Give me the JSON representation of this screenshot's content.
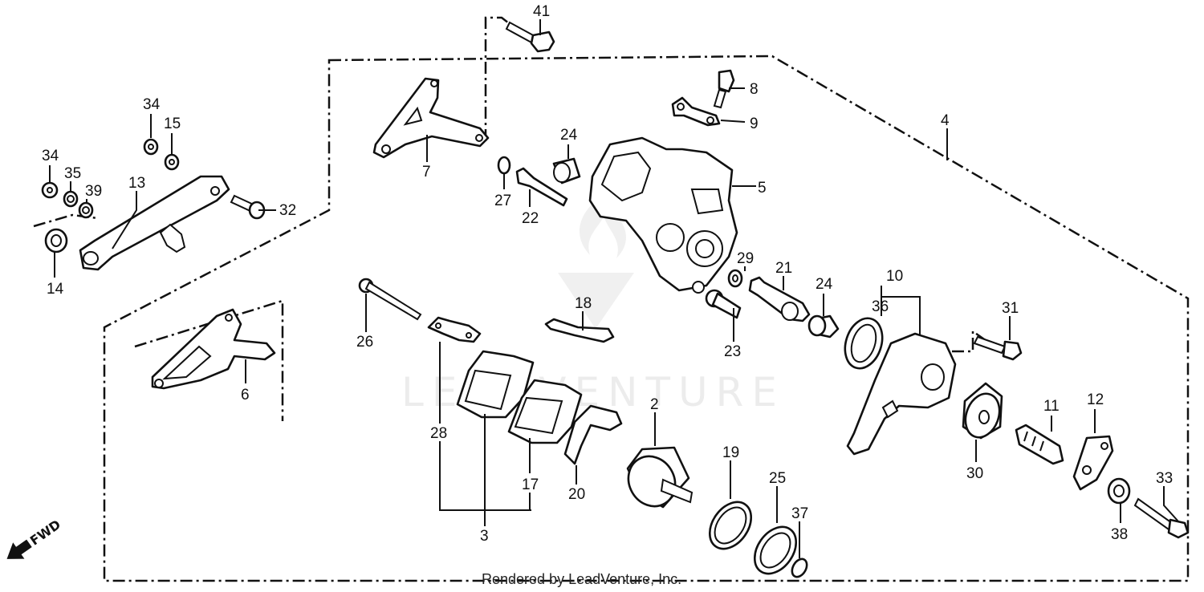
{
  "watermark": "LEADVENTURE",
  "footer": "Rendered by LeadVenture, Inc.",
  "direction_label": "FWD",
  "callouts": {
    "41": "41",
    "8": "8",
    "9": "9",
    "4": "4",
    "5": "5",
    "7": "7",
    "24a": "24",
    "27": "27",
    "22": "22",
    "34a": "34",
    "15": "15",
    "34b": "34",
    "35": "35",
    "39": "39",
    "13": "13",
    "32": "32",
    "14": "14",
    "29": "29",
    "21": "21",
    "24b": "24",
    "10": "10",
    "36": "36",
    "31": "31",
    "18": "18",
    "26": "26",
    "23": "23",
    "6": "6",
    "2": "2",
    "28": "28",
    "17": "17",
    "20": "20",
    "3": "3",
    "19": "19",
    "25": "25",
    "37": "37",
    "11": "11",
    "12": "12",
    "30": "30",
    "33": "33",
    "38": "38"
  }
}
